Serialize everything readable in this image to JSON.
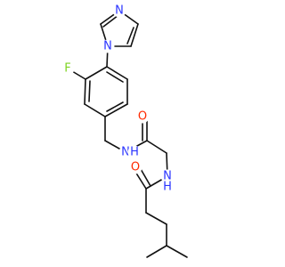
{
  "molecule": {
    "atom_labels": {
      "imidazole_n1": "N",
      "imidazole_n3": "N",
      "fluorine": "F",
      "amide_nh_1": "N",
      "amide_nh_1_h": "H",
      "amide_nh_2": "N",
      "amide_nh_2_h": "H",
      "amide_o_1": "O",
      "amide_o_2": "O"
    },
    "colors": {
      "bond": "#111111",
      "nitrogen": "#2a34ff",
      "oxygen": "#ff2a00",
      "fluorine": "#7ed321"
    }
  }
}
